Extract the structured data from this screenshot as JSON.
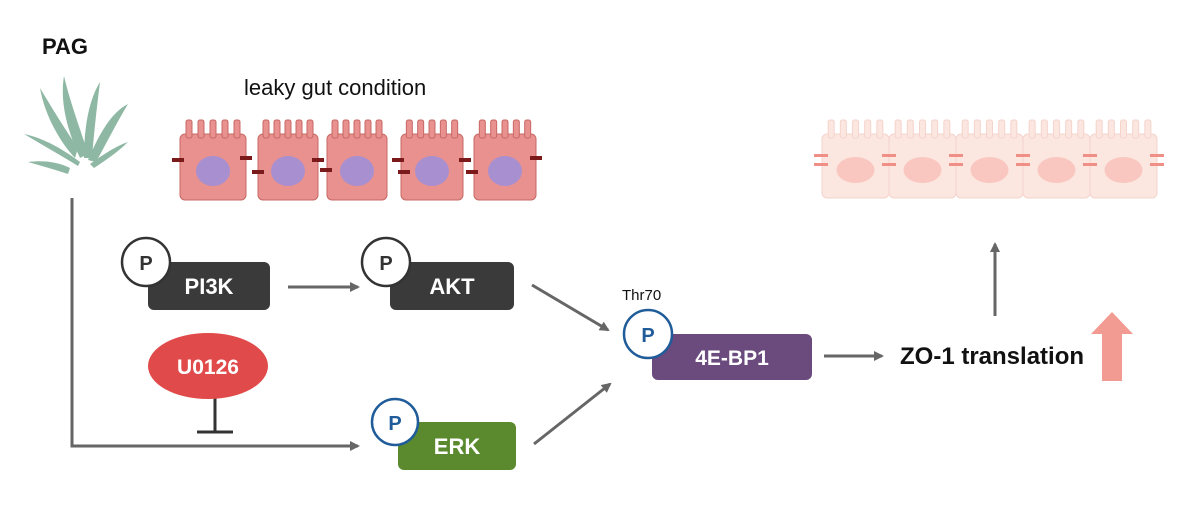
{
  "labels": {
    "pag": "PAG",
    "leaky_gut": "leaky gut condition",
    "thr70": "Thr70",
    "zo1": "ZO-1 translation"
  },
  "nodes": {
    "pi3k": {
      "label": "PI3K",
      "color": "#3a3a3a"
    },
    "akt": {
      "label": "AKT",
      "color": "#3a3a3a"
    },
    "erk": {
      "label": "ERK",
      "color": "#5b8a2e"
    },
    "eif": {
      "label": "4E-BP1",
      "color": "#6b4a7e"
    },
    "u0126": {
      "label": "U0126",
      "color": "#e04a4a"
    }
  },
  "phospho": {
    "label": "P",
    "color_dark": "#333333",
    "color_blue": "#1f5c99"
  },
  "icons": {
    "plant": "aloe-plant-icon",
    "leaky_cells": "leaky-gut-epithelium-icon",
    "healthy_cells": "intact-epithelium-icon",
    "up_arrow": "increase-arrow-icon"
  },
  "colors": {
    "arrow": "#666666",
    "plant": "#8fb8a4",
    "leaky_cell_fill": "#e8918f",
    "leaky_cell_stroke": "#c86866",
    "nucleus": "#a88fd0",
    "junction_dark": "#7a1a1a",
    "healthy_cell_fill": "#fce6e0",
    "healthy_nucleus": "#f9c7bf",
    "junction_light": "#ef8f86",
    "up_arrow": "#f29b92"
  }
}
